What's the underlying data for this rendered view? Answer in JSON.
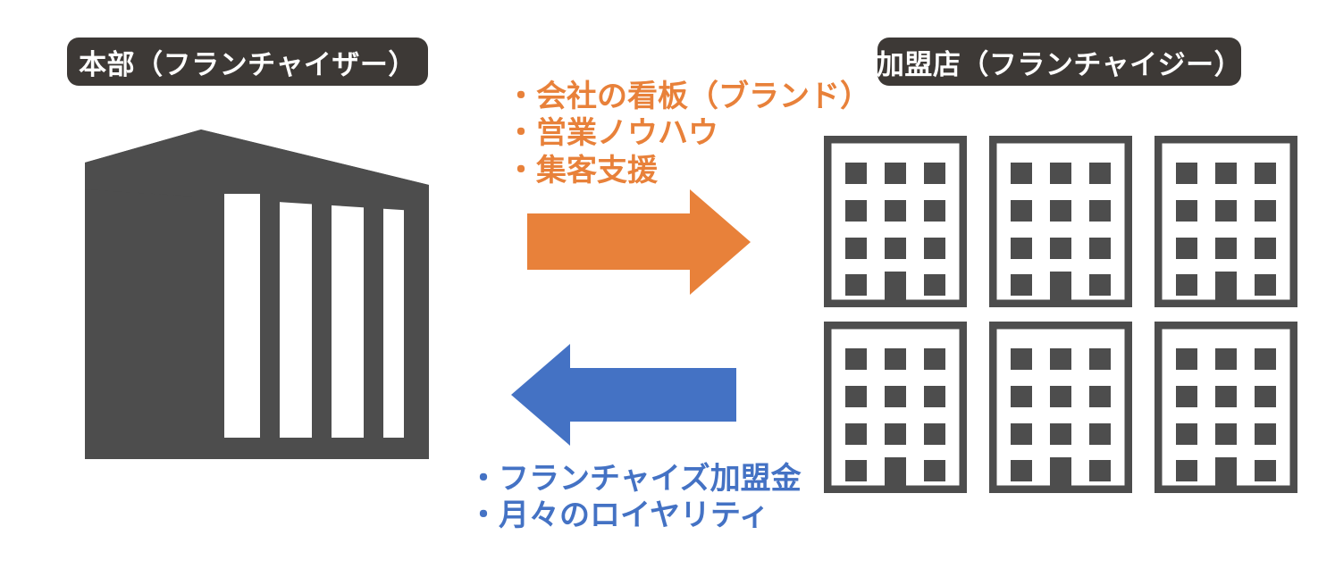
{
  "diagram": {
    "title_left": "本部（フランチャイザー）",
    "title_right": "加盟店（フランチャイジー）",
    "colors": {
      "pill_background": "#3D3936",
      "pill_text": "#FFFFFF",
      "building_gray": "#4D4D4D",
      "arrow_orange": "#E8813A",
      "arrow_blue": "#4472C4",
      "page_background": "#FFFFFF"
    },
    "left_node": {
      "label": "本部（フランチャイザー）",
      "icon": "headquarters-building-icon"
    },
    "right_node": {
      "label": "加盟店（フランチャイジー）",
      "icon": "franchise-building-icon",
      "building_count": 6,
      "rows": 2,
      "columns": 3
    },
    "flow_to_franchisee": {
      "direction": "right",
      "color": "#E8813A",
      "items": [
        "・会社の看板（ブランド）",
        "・営業ノウハウ",
        "・集客支援"
      ]
    },
    "flow_to_headquarters": {
      "direction": "left",
      "color": "#4472C4",
      "items": [
        "・フランチャイズ加盟金",
        "・月々のロイヤリティ"
      ]
    }
  }
}
